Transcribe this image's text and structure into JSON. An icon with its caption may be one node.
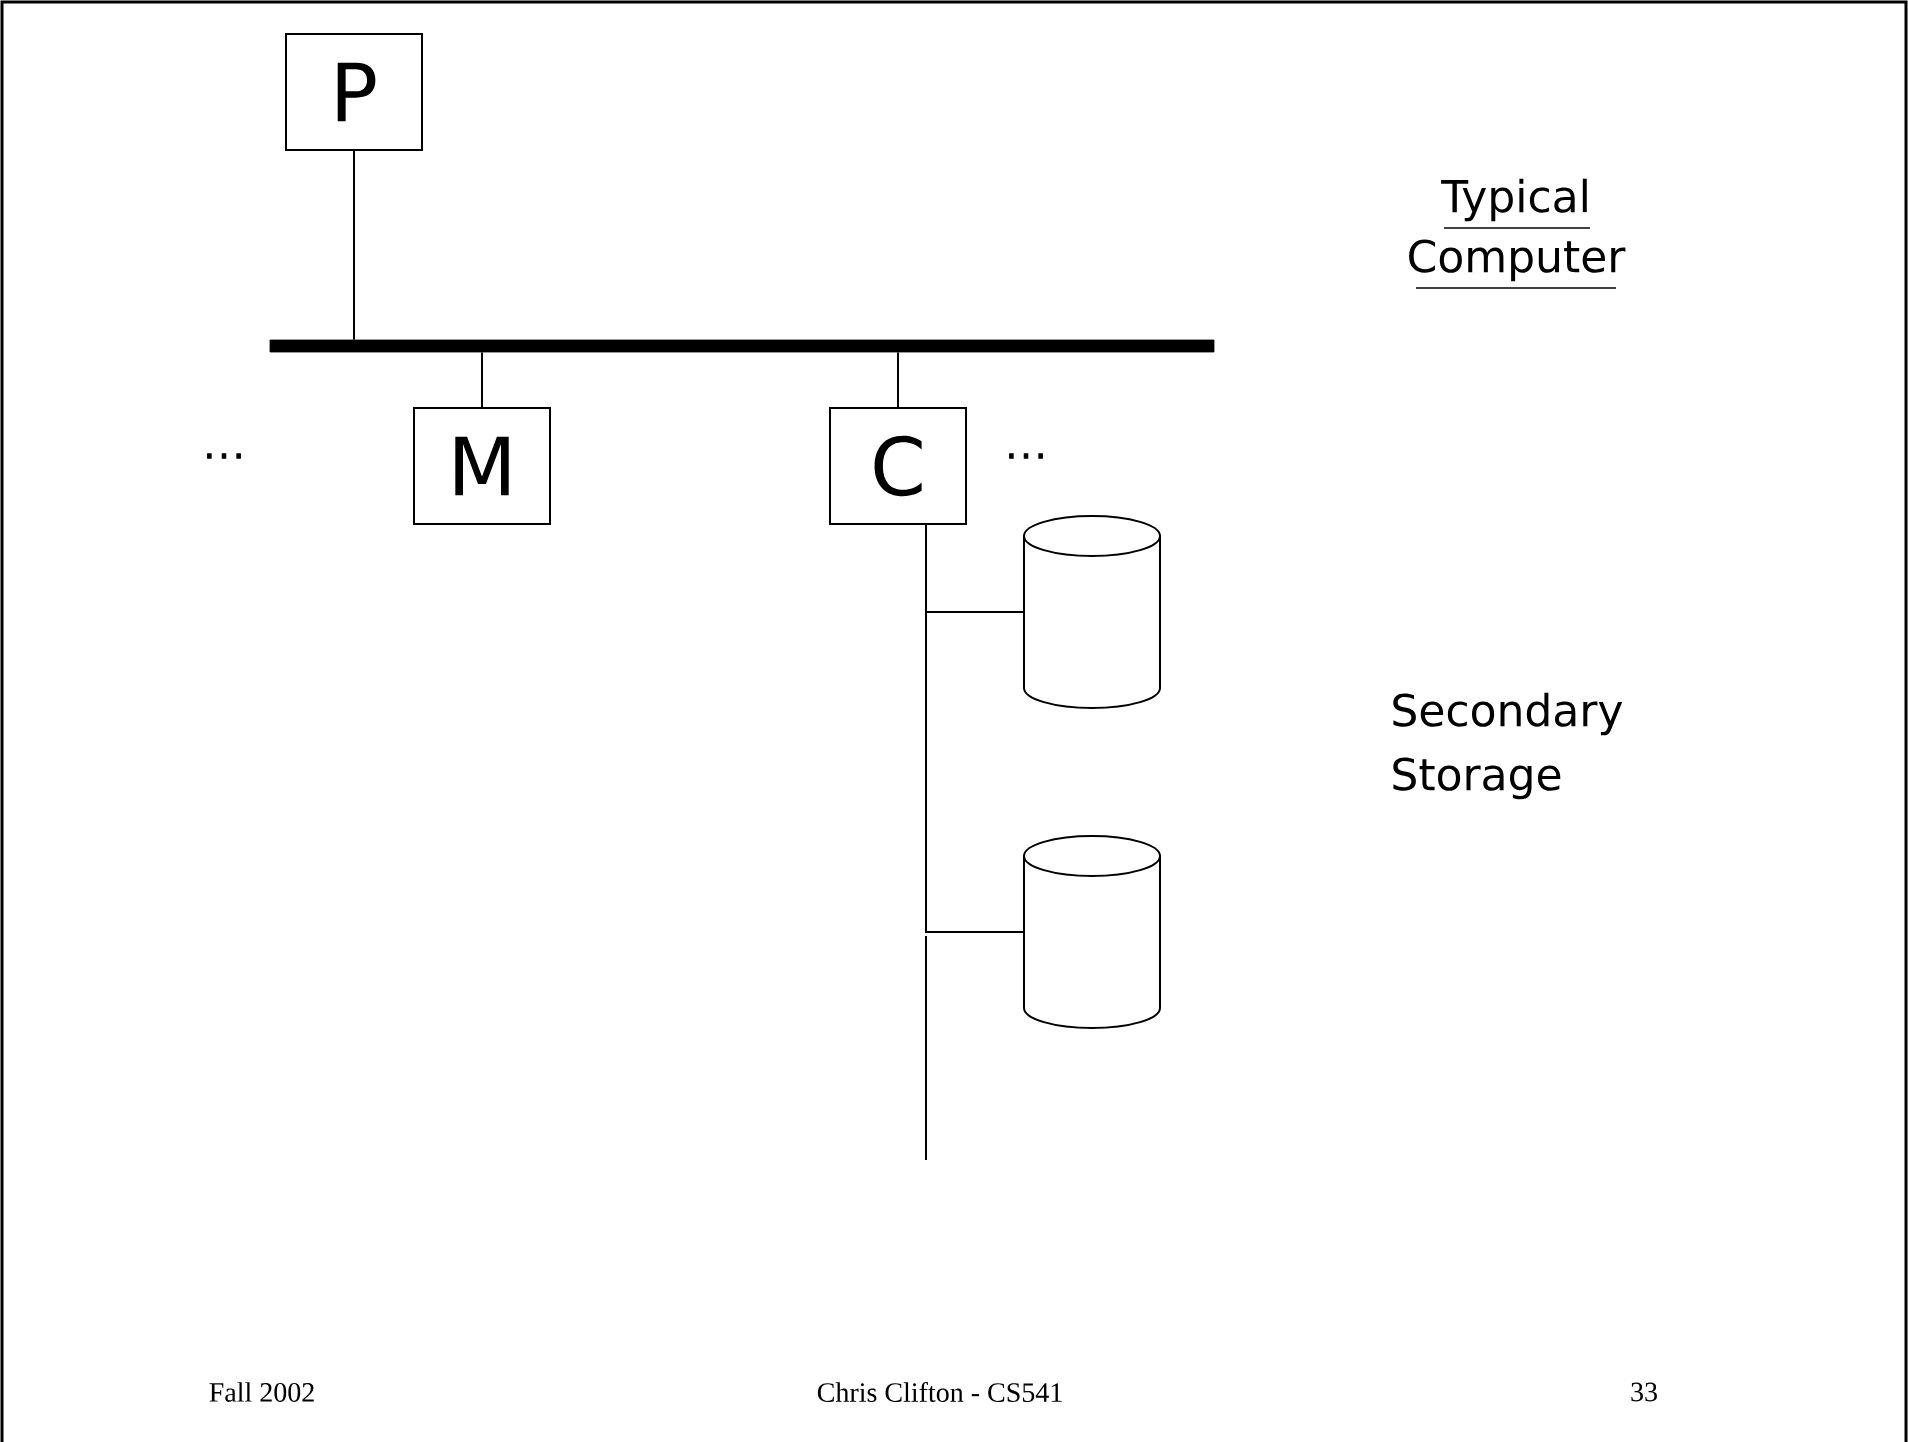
{
  "diagram": {
    "nodes": [
      {
        "text": [
          "P"
        ]
      },
      {
        "text": [],
        "shape": "bar"
      },
      {
        "text": [
          "M"
        ]
      },
      {
        "text": [
          "C"
        ]
      },
      {
        "text": [],
        "shape": "cylinder"
      },
      {
        "text": [],
        "shape": "cylinder"
      }
    ],
    "edges": [
      {
        "from": 0,
        "to": 1,
        "arrow": "none"
      },
      {
        "from": 1,
        "to": 2,
        "arrow": "none"
      },
      {
        "from": 1,
        "to": 3,
        "arrow": "none"
      },
      {
        "from": 3,
        "to": 4,
        "arrow": "none"
      },
      {
        "from": 3,
        "to": 5,
        "arrow": "none"
      }
    ],
    "labels": [
      "Typical Computer",
      "…",
      "…",
      "Secondary Storage",
      "Fall 2002",
      "Chris Clifton - CS541",
      "33"
    ]
  }
}
